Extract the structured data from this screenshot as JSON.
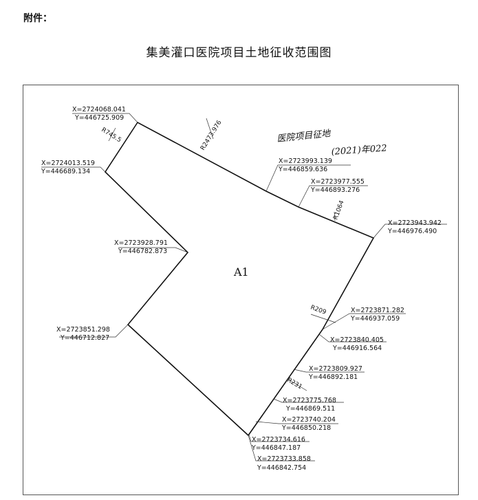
{
  "header": {
    "attachment_label": "附件："
  },
  "title": "集美灌口医院项目土地征收范围图",
  "map": {
    "area_label": "A1",
    "handwritten_note_line1": "医院项目征地",
    "handwritten_note_line2": "(2021)年022",
    "coordinates": [
      {
        "x": "X=2724068.041",
        "y": "Y=446725.909"
      },
      {
        "x": "X=2724013.519",
        "y": "Y=446689.134"
      },
      {
        "x": "X=2723993.139",
        "y": "Y=446859.636"
      },
      {
        "x": "X=2723977.555",
        "y": "Y=446893.276"
      },
      {
        "x": "X=2723943.942",
        "y": "Y=446976.490"
      },
      {
        "x": "X=2723928.791",
        "y": "Y=446782.873"
      },
      {
        "x": "X=2723871.282",
        "y": "Y=446937.059"
      },
      {
        "x": "X=2723851.298",
        "y": "Y=446712.827"
      },
      {
        "x": "X=2723840.405",
        "y": "Y=446916.564"
      },
      {
        "x": "X=2723809.927",
        "y": "Y=446892.181"
      },
      {
        "x": "X=2723775.768",
        "y": "Y=446869.511"
      },
      {
        "x": "X=2723740.204",
        "y": "Y=446850.218"
      },
      {
        "x": "X=2723734.616",
        "y": "Y=446847.187"
      },
      {
        "x": "X=2723733.858",
        "y": "Y=446842.754"
      }
    ],
    "radii": [
      "R745.5",
      "R2473.976",
      "R1064",
      "R209",
      "R231"
    ]
  }
}
